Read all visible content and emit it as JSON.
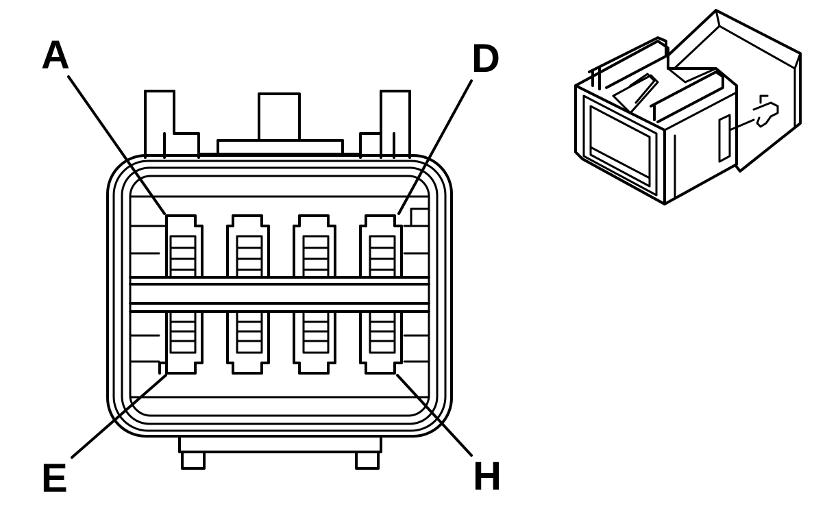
{
  "labels": {
    "pin_a": "A",
    "pin_d": "D",
    "pin_e": "E",
    "pin_h": "H"
  },
  "colors": {
    "line": "#000000",
    "background": "#ffffff"
  }
}
